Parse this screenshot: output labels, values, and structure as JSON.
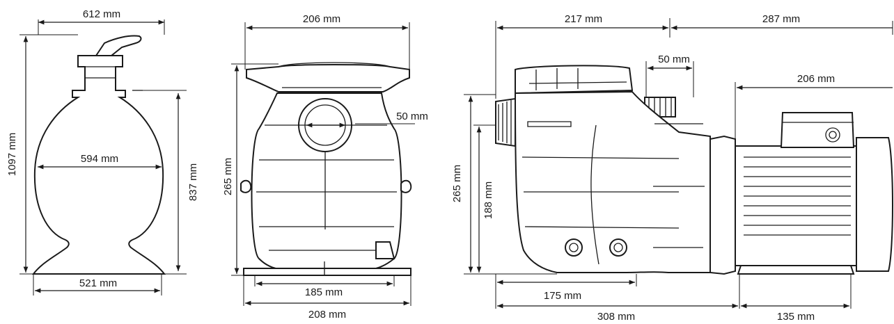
{
  "filter": {
    "width_top": "612 mm",
    "height_total": "1097 mm",
    "width_body": "594 mm",
    "height_side": "837 mm",
    "width_base": "521 mm"
  },
  "pump_front": {
    "width_lid": "206 mm",
    "height": "265 mm",
    "port": "50 mm",
    "base_inner": "185 mm",
    "base_outer": "208 mm"
  },
  "pump_side": {
    "top_left": "217 mm",
    "top_right": "287 mm",
    "outlet": "50 mm",
    "motor": "206 mm",
    "height_total": "265 mm",
    "height_inlet": "188 mm",
    "base_front": "175 mm",
    "length_total": "308 mm",
    "foot": "135 mm"
  }
}
